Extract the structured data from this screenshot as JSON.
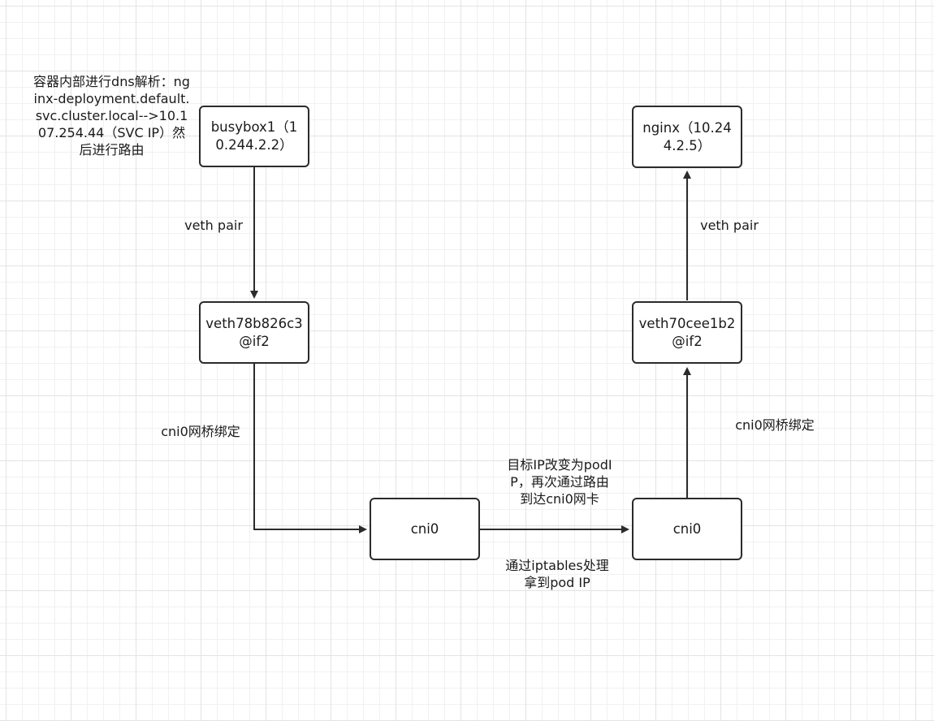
{
  "diagram": {
    "nodes": {
      "busybox1": "busybox1（10.244.2.2）",
      "veth_left": "veth78b826c3@if2",
      "cni0_left": "cni0",
      "cni0_right": "cni0",
      "veth_right": "veth70cee1b2@if2",
      "nginx": "nginx（10.244.2.5）"
    },
    "labels": {
      "dns_note": "容器内部进行dns解析：nginx-deployment.default.svc.cluster.local-->10.107.254.44（SVC IP）然后进行路由",
      "veth_pair_left": "veth pair",
      "cni0_bind_left": "cni0网桥绑定",
      "target_ip_change": "目标IP改变为podIP，再次通过路由到达cni0网卡",
      "iptables_note": "通过iptables处理拿到pod IP",
      "cni0_bind_right": "cni0网桥绑定",
      "veth_pair_right": "veth pair"
    }
  }
}
